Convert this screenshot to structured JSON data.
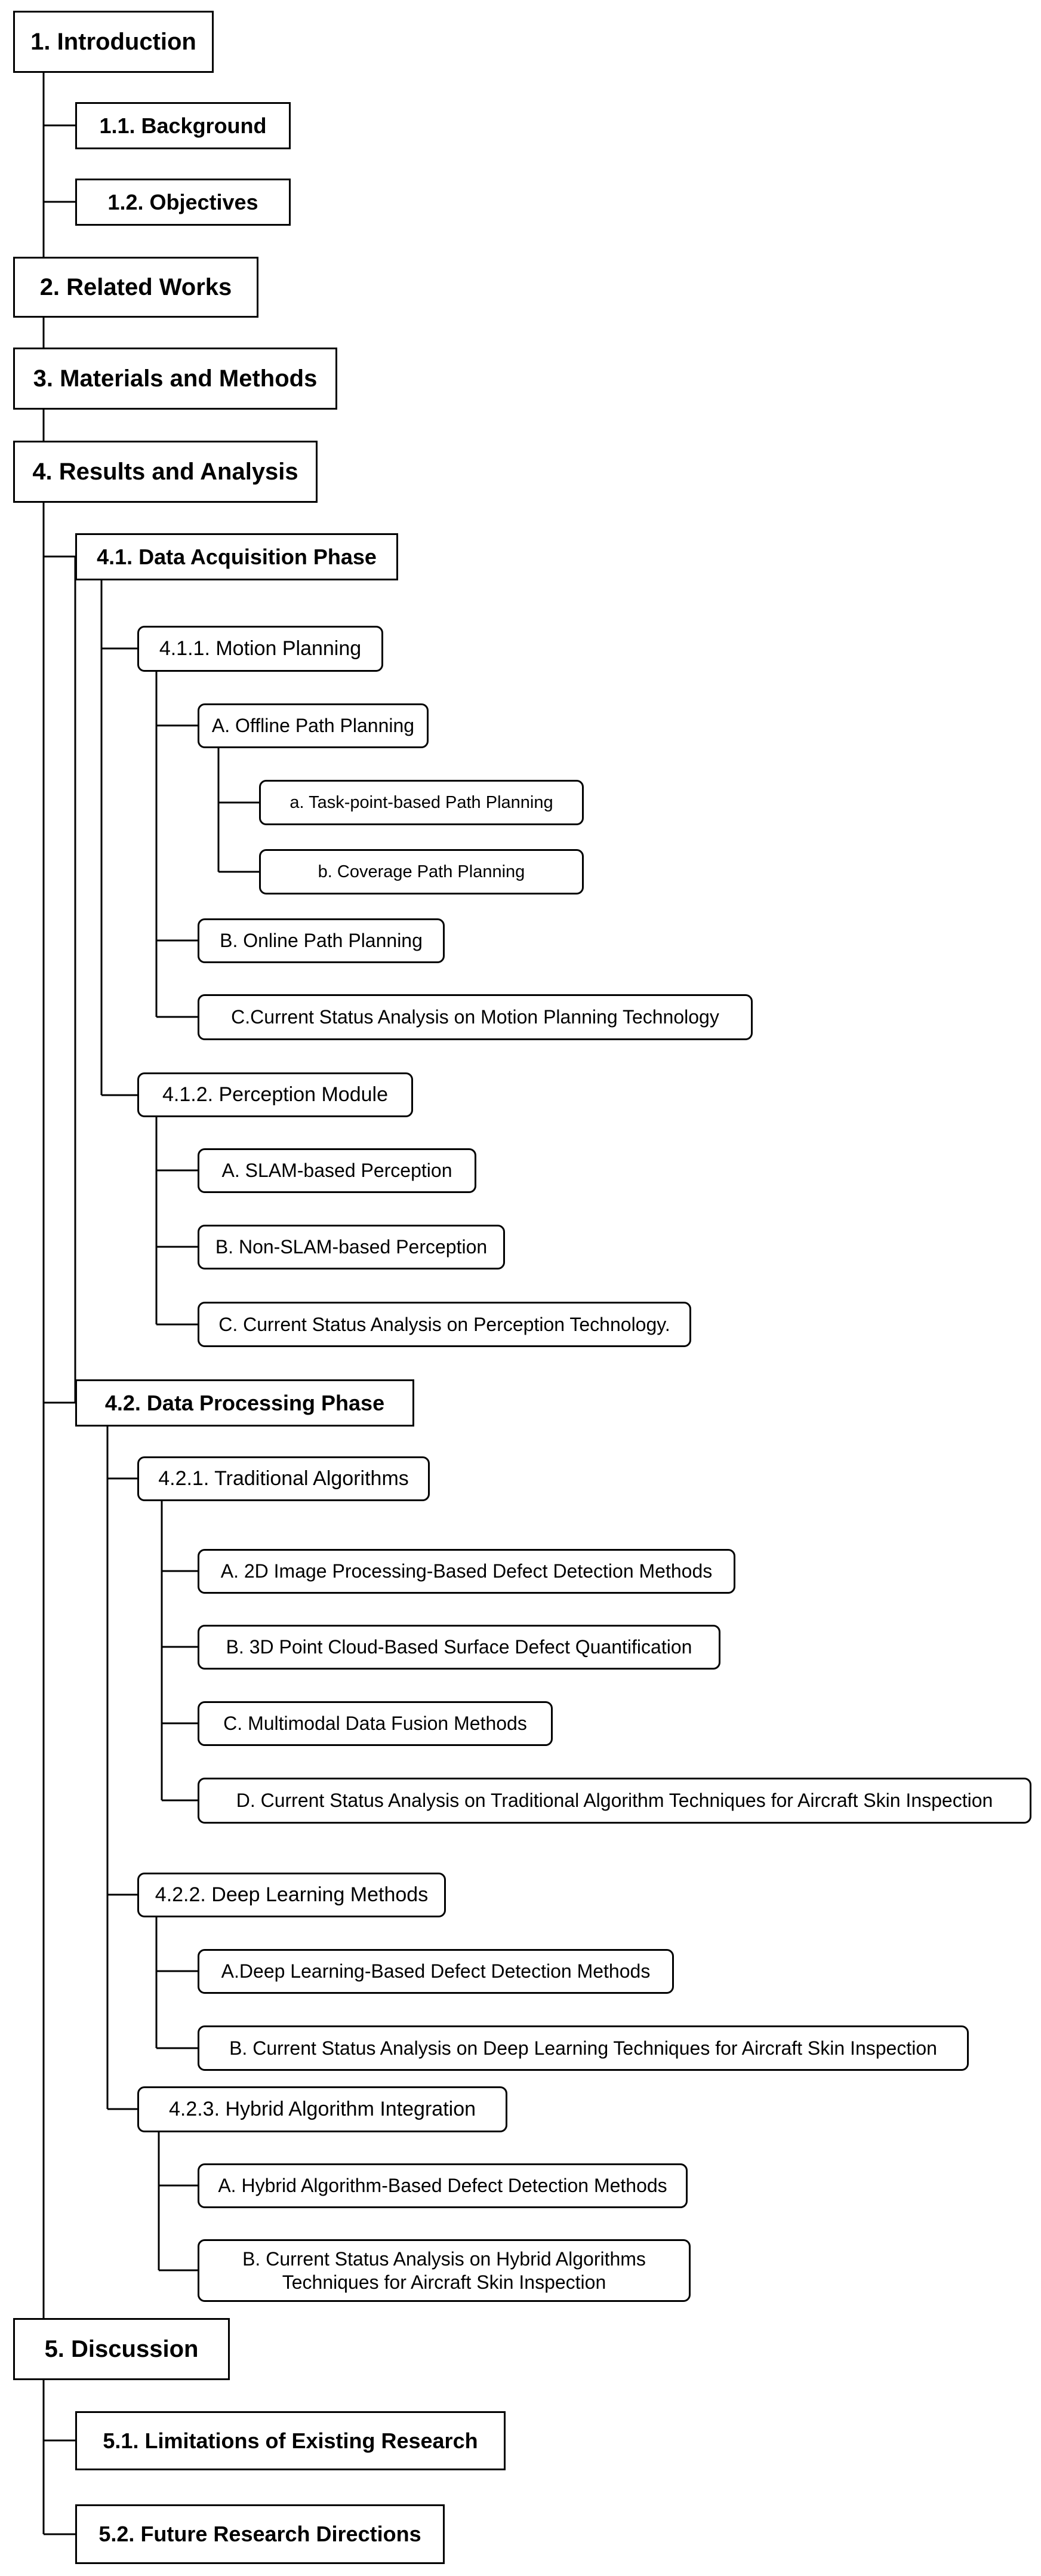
{
  "outline": [
    {
      "id": "n1",
      "label": "1. Introduction"
    },
    {
      "id": "n1_1",
      "label": "1.1. Background"
    },
    {
      "id": "n1_2",
      "label": "1.2. Objectives"
    },
    {
      "id": "n2",
      "label": "2. Related Works"
    },
    {
      "id": "n3",
      "label": "3. Materials and Methods"
    },
    {
      "id": "n4",
      "label": "4. Results and Analysis"
    },
    {
      "id": "n4_1",
      "label": "4.1. Data Acquisition Phase"
    },
    {
      "id": "n4_1_1",
      "label": "4.1.1. Motion Planning"
    },
    {
      "id": "n4_1_1_A",
      "label": "A. Offline Path Planning"
    },
    {
      "id": "n4_1_1_A_a",
      "label": "a. Task-point-based Path Planning"
    },
    {
      "id": "n4_1_1_A_b",
      "label": "b. Coverage Path Planning"
    },
    {
      "id": "n4_1_1_B",
      "label": "B. Online Path Planning"
    },
    {
      "id": "n4_1_1_C",
      "label": "C.Current Status Analysis on Motion Planning Technology"
    },
    {
      "id": "n4_1_2",
      "label": "4.1.2. Perception Module"
    },
    {
      "id": "n4_1_2_A",
      "label": "A. SLAM-based Perception"
    },
    {
      "id": "n4_1_2_B",
      "label": "B. Non-SLAM-based Perception"
    },
    {
      "id": "n4_1_2_C",
      "label": "C. Current Status Analysis on Perception Technology."
    },
    {
      "id": "n4_2",
      "label": "4.2. Data Processing Phase"
    },
    {
      "id": "n4_2_1",
      "label": "4.2.1. Traditional Algorithms"
    },
    {
      "id": "n4_2_1_A",
      "label": "A. 2D Image Processing-Based Defect Detection Methods"
    },
    {
      "id": "n4_2_1_B",
      "label": "B. 3D Point Cloud-Based Surface Defect Quantification"
    },
    {
      "id": "n4_2_1_C",
      "label": "C. Multimodal Data Fusion Methods"
    },
    {
      "id": "n4_2_1_D",
      "label": "D. Current Status Analysis on Traditional Algorithm Techniques for Aircraft Skin Inspection"
    },
    {
      "id": "n4_2_2",
      "label": "4.2.2. Deep Learning Methods"
    },
    {
      "id": "n4_2_2_A",
      "label": "A.Deep Learning-Based Defect Detection Methods"
    },
    {
      "id": "n4_2_2_B",
      "label": "B. Current Status Analysis on Deep Learning Techniques for Aircraft Skin Inspection"
    },
    {
      "id": "n4_2_3",
      "label": "4.2.3. Hybrid Algorithm Integration"
    },
    {
      "id": "n4_2_3_A",
      "label": "A. Hybrid Algorithm-Based Defect Detection Methods"
    },
    {
      "id": "n4_2_3_B",
      "label": "B. Current Status Analysis on Hybrid Algorithms Techniques for Aircraft Skin Inspection"
    },
    {
      "id": "n5",
      "label": "5. Discussion"
    },
    {
      "id": "n5_1",
      "label": "5.1. Limitations of Existing Research"
    },
    {
      "id": "n5_2",
      "label": "5.2. Future Research Directions"
    }
  ]
}
